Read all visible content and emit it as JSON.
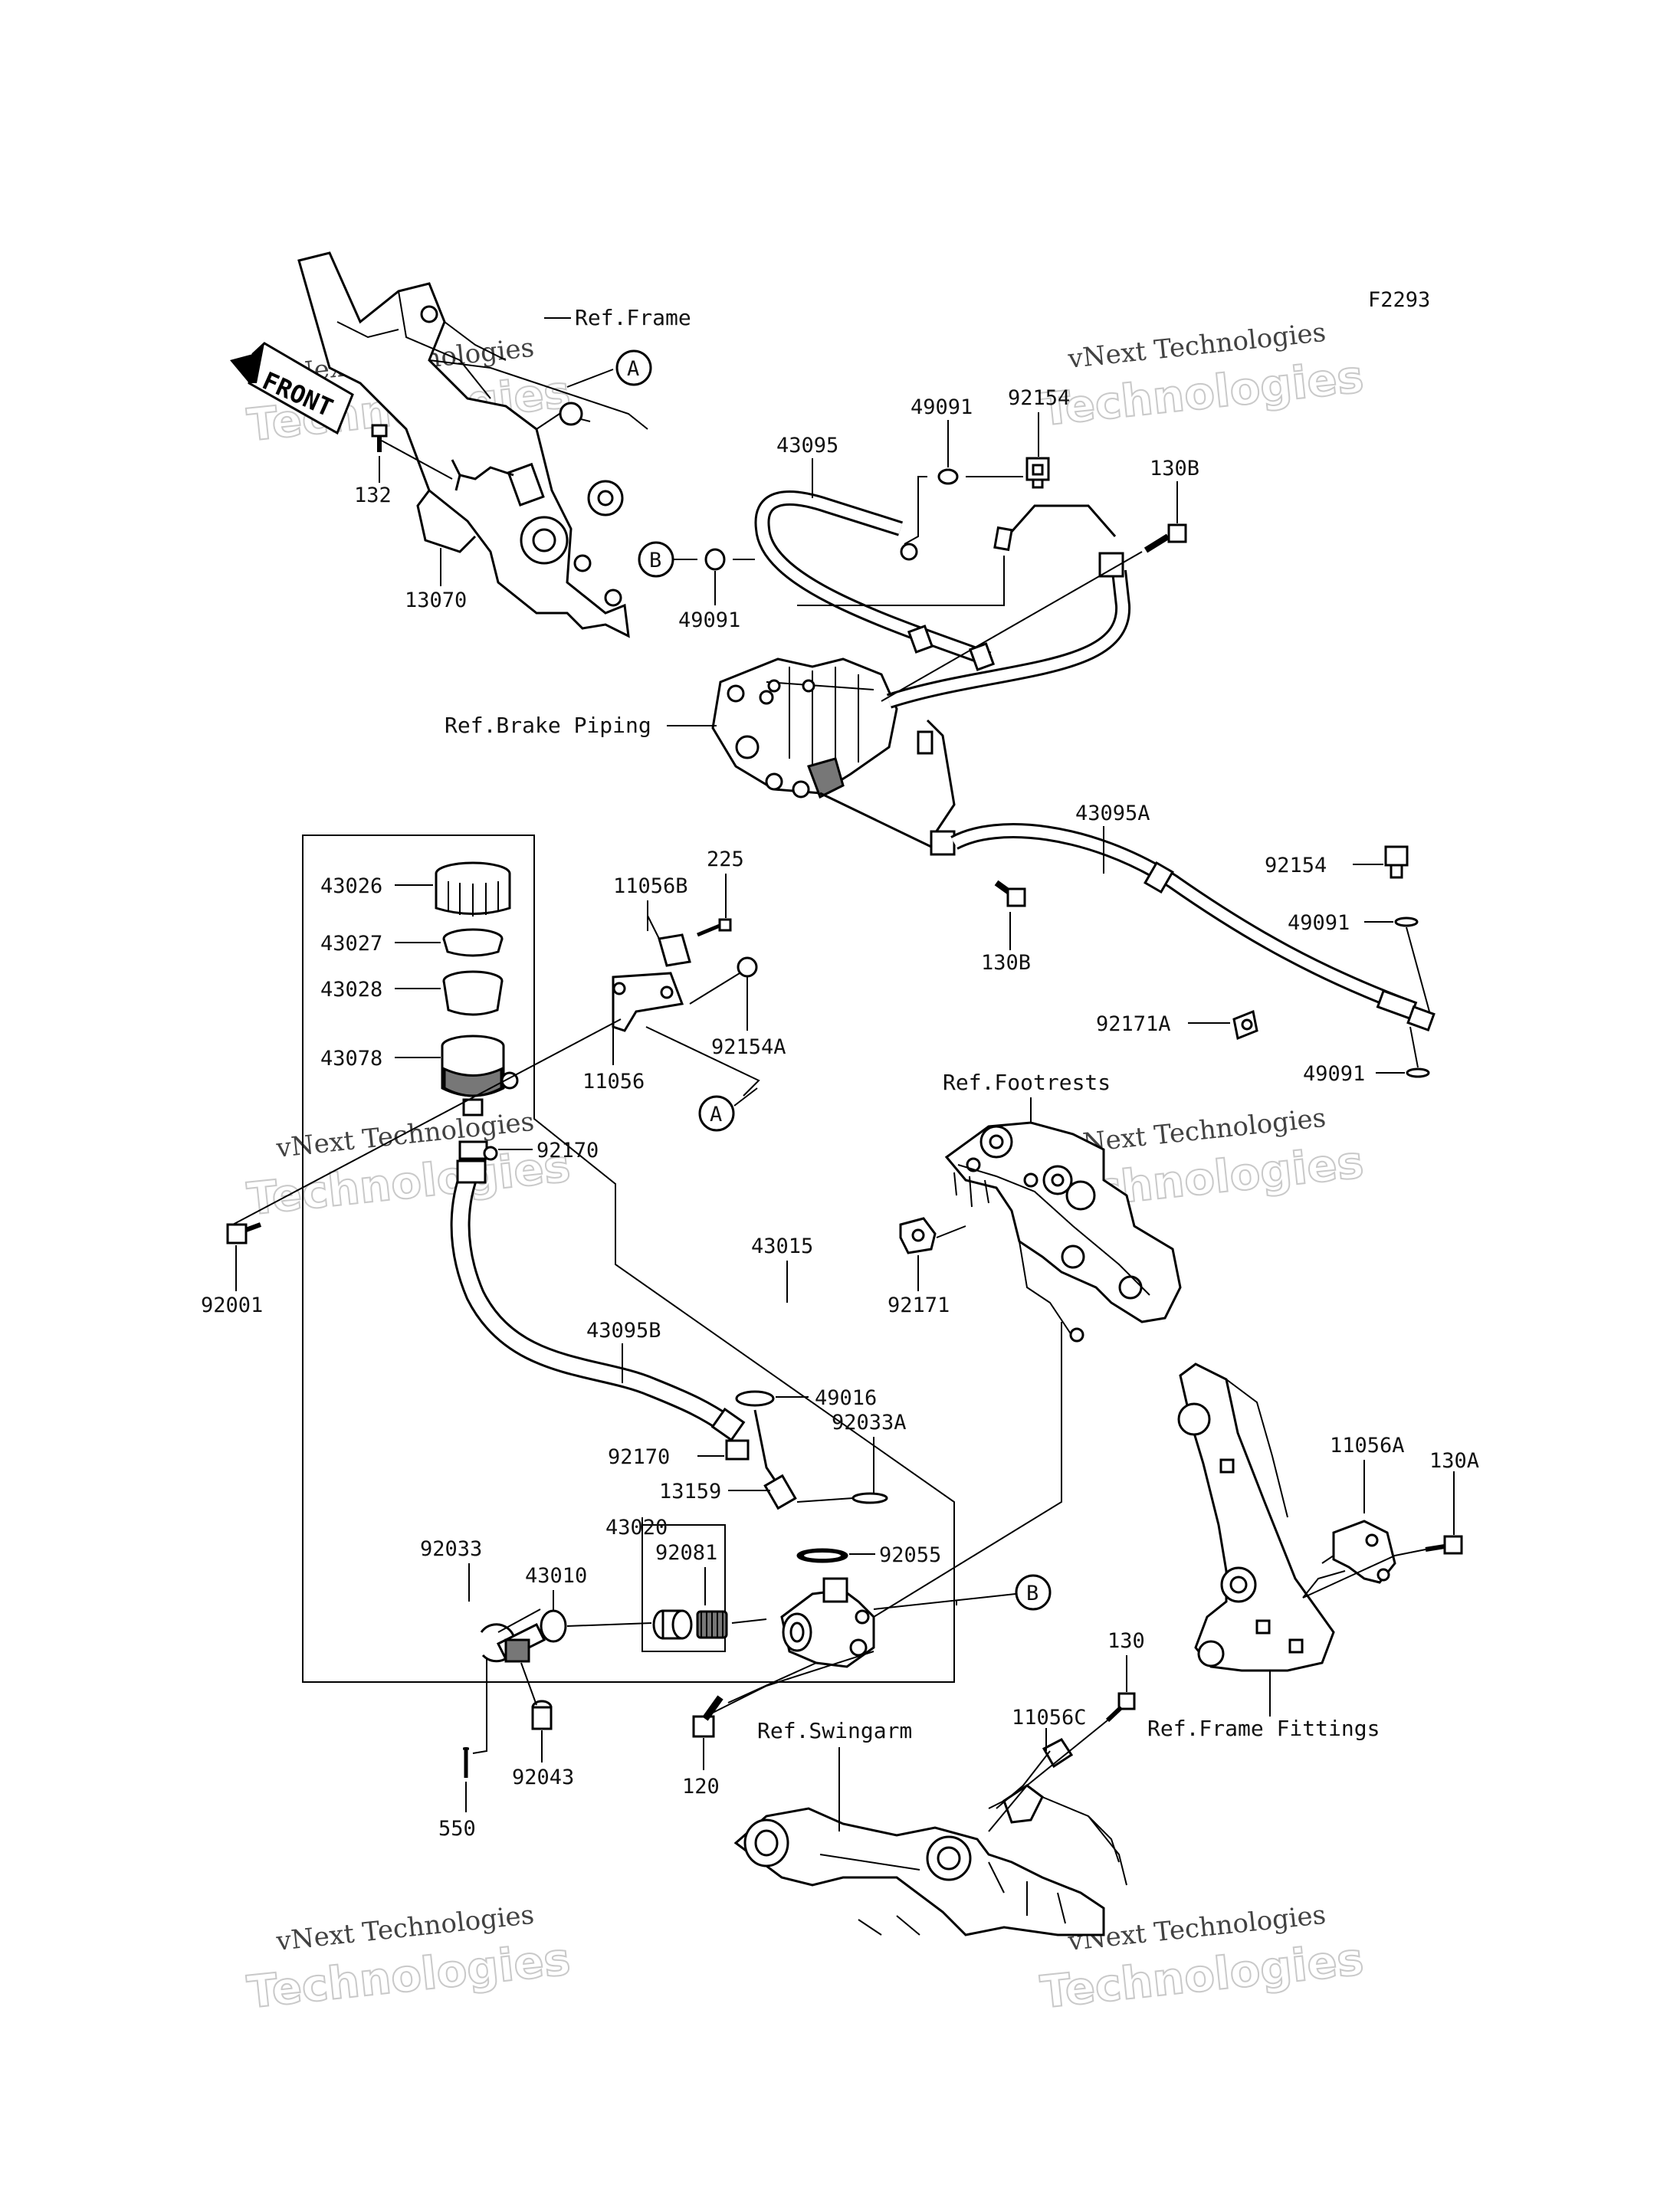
{
  "diagram_code": "F2293",
  "front_label": "FRONT",
  "watermark": {
    "line1": "vNext Technologies",
    "line2": "Technologies"
  },
  "callouts": {
    "a": "A",
    "b": "B"
  },
  "references": {
    "frame": "Ref.Frame",
    "brake_piping": "Ref.Brake Piping",
    "footrests": "Ref.Footrests",
    "frame_fittings": "Ref.Frame Fittings",
    "swingarm": "Ref.Swingarm"
  },
  "parts": {
    "p132": "132",
    "p13070": "13070",
    "p43095": "43095",
    "p49091_top": "49091",
    "p92154_top": "92154",
    "p130B_top": "130B",
    "p49091_left": "49091",
    "p43095A": "43095A",
    "p92154_right": "92154",
    "p49091_r1": "49091",
    "p49091_r2": "49091",
    "p130B_mid": "130B",
    "p92171A": "92171A",
    "p43026": "43026",
    "p43027": "43027",
    "p43028": "43028",
    "p43078": "43078",
    "p11056B": "11056B",
    "p225": "225",
    "p92154A": "92154A",
    "p11056": "11056",
    "p92170_top": "92170",
    "p92001": "92001",
    "p92171": "92171",
    "p43015": "43015",
    "p43095B": "43095B",
    "p49016": "49016",
    "p92033A": "92033A",
    "p92170_low": "92170",
    "p13159": "13159",
    "p43020": "43020",
    "p92055": "92055",
    "p92033": "92033",
    "p43010": "43010",
    "p92081": "92081",
    "p92043": "92043",
    "p550": "550",
    "p120": "120",
    "p11056A": "11056A",
    "p130A": "130A",
    "p130": "130",
    "p11056C": "11056C"
  }
}
